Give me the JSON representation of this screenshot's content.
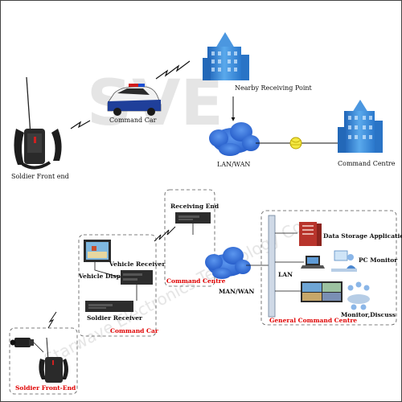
{
  "watermark": {
    "logo": "SVE",
    "text": "Starwave Electronics Technology Co.,"
  },
  "top": {
    "soldier_label": "Soldier Front end",
    "car_label": "Command Car",
    "receiving_label": "Nearby Receiving Point",
    "lan_label": "LAN/WAN",
    "centre_label": "Command Centre"
  },
  "bottom": {
    "receiving_end": "Receiving End",
    "command_centre_red": "Command Centre",
    "vehicle_receiver": "Vehicle Receiver",
    "vehicle_display": "Vehicle Display",
    "soldier_receiver": "Soldier Receiver",
    "command_car_red": "Command Car",
    "soldier_frontend_red": "Soldier Front-End",
    "man_wan": "MAN/WAN",
    "lan": "LAN",
    "data_storage": "Data Storage Application",
    "pc_monitor": "PC Monitor",
    "monitor_discuss": "Monitor,Discuss",
    "general_centre_red": "General Command Centre"
  },
  "colors": {
    "building": "#3d8fd8",
    "cloud": "#2e6fd6",
    "accent_red": "#e00000",
    "device": "#2a2a2a"
  }
}
